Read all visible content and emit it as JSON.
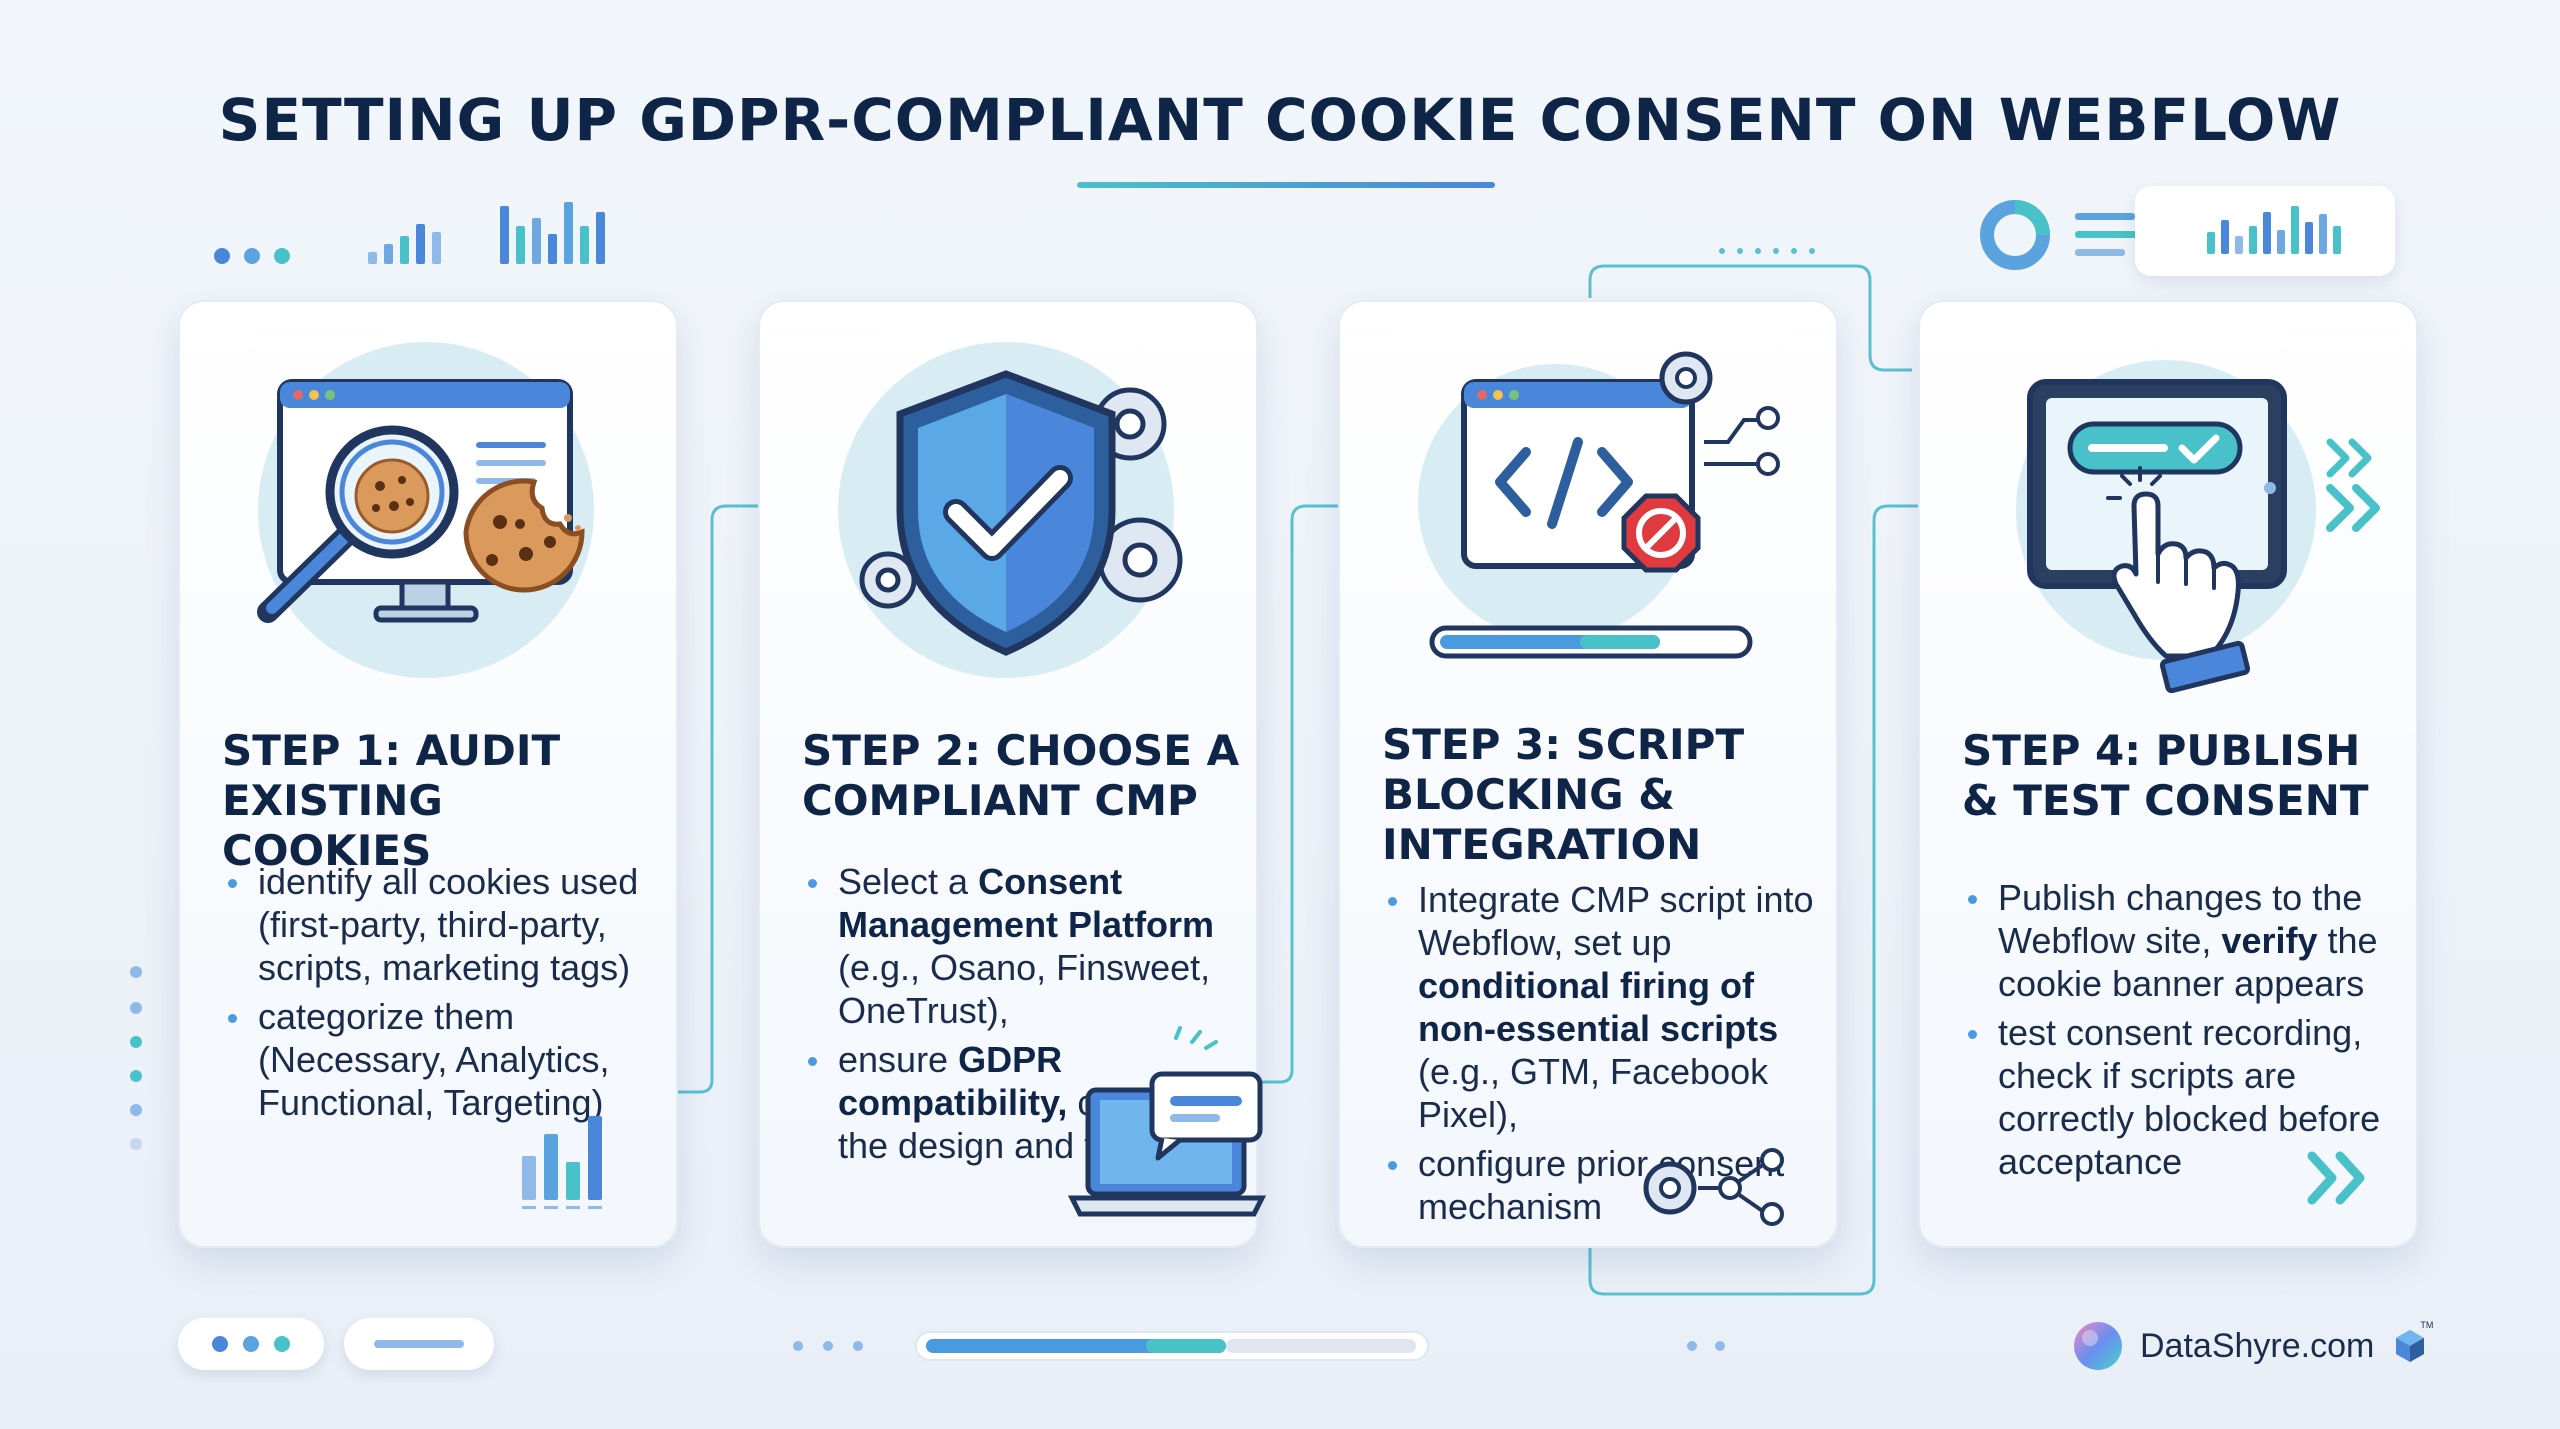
{
  "title": "SETTING UP GDPR-COMPLIANT COOKIE CONSENT ON WEBFLOW",
  "steps": [
    {
      "title": "STEP 1: AUDIT EXISTING COOKIES",
      "icon": "cookie-audit-icon",
      "bullets": [
        [
          {
            "t": "identify all cookies used (first-party, third-party, scripts, marketing tags)",
            "b": false
          }
        ],
        [
          {
            "t": "categorize them (Necessary, Analytics, Functional, Targeting)",
            "b": false
          }
        ]
      ]
    },
    {
      "title": "STEP 2: CHOOSE A COMPLIANT CMP",
      "icon": "shield-check-icon",
      "bullets": [
        [
          {
            "t": "Select a ",
            "b": false
          },
          {
            "t": "Consent Management Platform",
            "b": true
          },
          {
            "t": " (e.g., Osano, Finsweet, OneTrust),",
            "b": false
          }
        ],
        [
          {
            "t": "ensure ",
            "b": false
          },
          {
            "t": "GDPR compatibility,",
            "b": true
          },
          {
            "t": " customize the design and texts",
            "b": false
          }
        ]
      ]
    },
    {
      "title": "STEP 3: SCRIPT BLOCKING & INTEGRATION",
      "icon": "code-block-icon",
      "bullets": [
        [
          {
            "t": "Integrate CMP script into Webflow, set up ",
            "b": false
          },
          {
            "t": "conditional firing of non-essential scripts",
            "b": true
          },
          {
            "t": " (e.g., GTM, Facebook Pixel),",
            "b": false
          }
        ],
        [
          {
            "t": "configure prior consent mechanism",
            "b": false
          }
        ]
      ]
    },
    {
      "title": "STEP 4: PUBLISH & TEST CONSENT",
      "icon": "tablet-tap-icon",
      "bullets": [
        [
          {
            "t": "Publish changes to the Webflow site, ",
            "b": false
          },
          {
            "t": "verify",
            "b": true
          },
          {
            "t": " the cookie banner appears",
            "b": false
          }
        ],
        [
          {
            "t": "test consent recording, check if scripts are correctly blocked before acceptance",
            "b": false
          }
        ]
      ]
    }
  ],
  "brand": {
    "name": "DataShyre.com",
    "tm": "TM"
  },
  "colors": {
    "navy": "#0f2548",
    "teal": "#49c1c9",
    "blue": "#4a86d9",
    "red": "#e0393e",
    "cookie": "#d99a5b"
  }
}
